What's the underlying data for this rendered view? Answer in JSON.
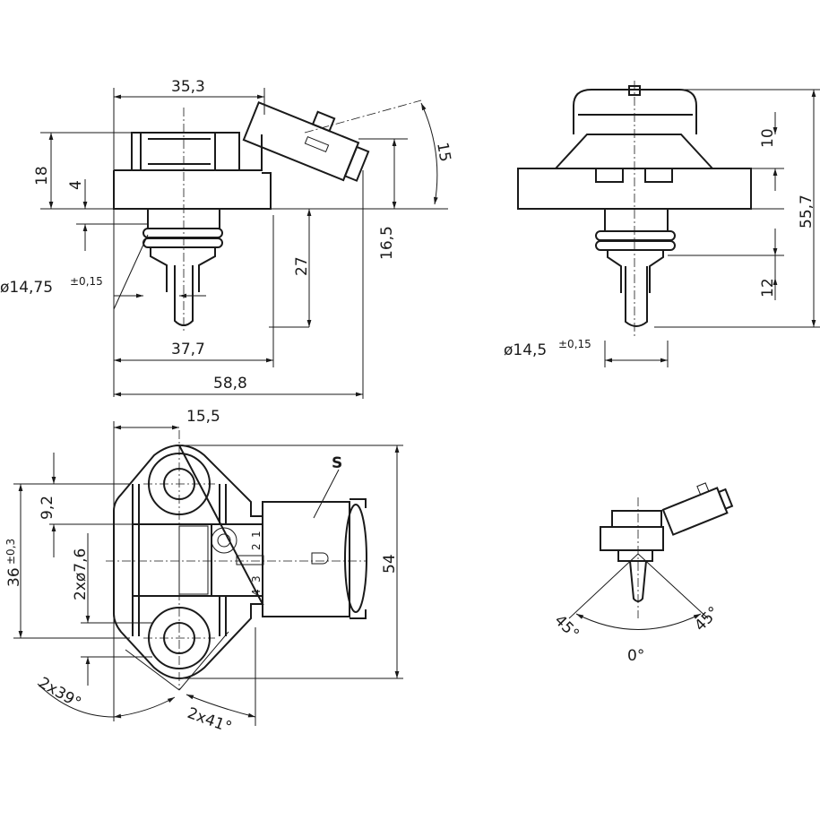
{
  "title": "Pressure sensor dimension drawing",
  "side_view": {
    "width_top": "35,3",
    "height_body": "18",
    "flange_thickness": "4",
    "diameter": "ø14,75",
    "diameter_tol": "±0,15",
    "stem_length": "27",
    "connector_height": "16,5",
    "connector_angle": "15",
    "width_mid": "37,7",
    "width_total": "58,8"
  },
  "front_view": {
    "top_height": "10",
    "total_height": "55,7",
    "tip_length": "12",
    "diameter": "ø14,5",
    "diameter_tol": "±0,15"
  },
  "top_view": {
    "hole_offset": "15,5",
    "hole_spacing": "36",
    "hole_spacing_tol": "±0,3",
    "step": "9,2",
    "hole_diameter": "2xø7,6",
    "length": "54",
    "angle_left": "2x39°",
    "angle_right": "2x41°",
    "connector_label": "S",
    "pins": [
      "1",
      "2",
      "3",
      "4"
    ]
  },
  "mount_view": {
    "angle_left": "45°",
    "angle_center": "0°",
    "angle_right": "45°"
  }
}
